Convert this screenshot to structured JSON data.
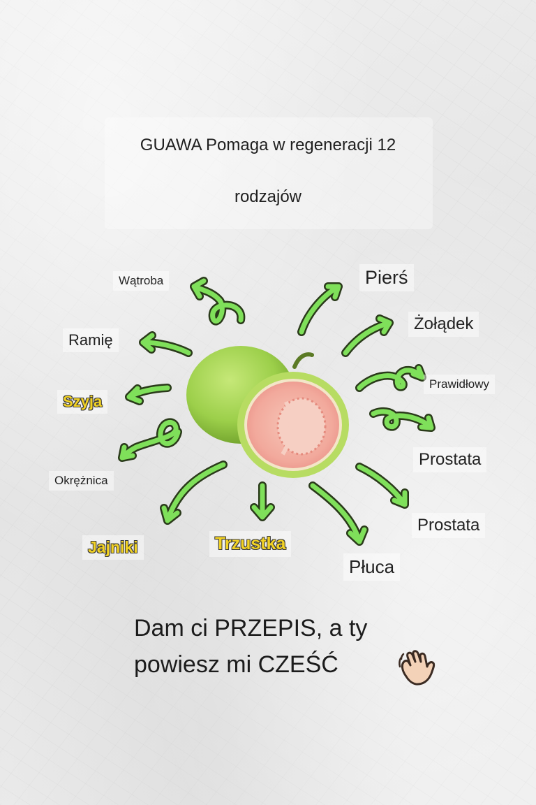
{
  "title": {
    "line1": "GUAWA Pomaga w regeneracji 12",
    "line2": "rodzajów"
  },
  "labels": {
    "watroba": "Wątroba",
    "piers": "Pierś",
    "ramie": "Ramię",
    "zoladek": "Żołądek",
    "szyja": "Szyja",
    "prawidlowy": "Prawidłowy",
    "okreznica": "Okrężnica",
    "prostata1": "Prostata",
    "prostata2": "Prostata",
    "jajniki": "Jajniki",
    "trzustka": "Trzustka",
    "pluca": "Płuca"
  },
  "footer": {
    "line1": "Dam ci PRZEPIS, a ty",
    "line2": "powiesz mi CZEŚĆ"
  },
  "icons": {
    "wave": "waving-hand-icon"
  },
  "colors": {
    "arrow_green": "#7fe05a",
    "label_yellow": "#f2d224",
    "guava_skin": "#9ccf4a",
    "guava_flesh": "#f2a99c"
  }
}
